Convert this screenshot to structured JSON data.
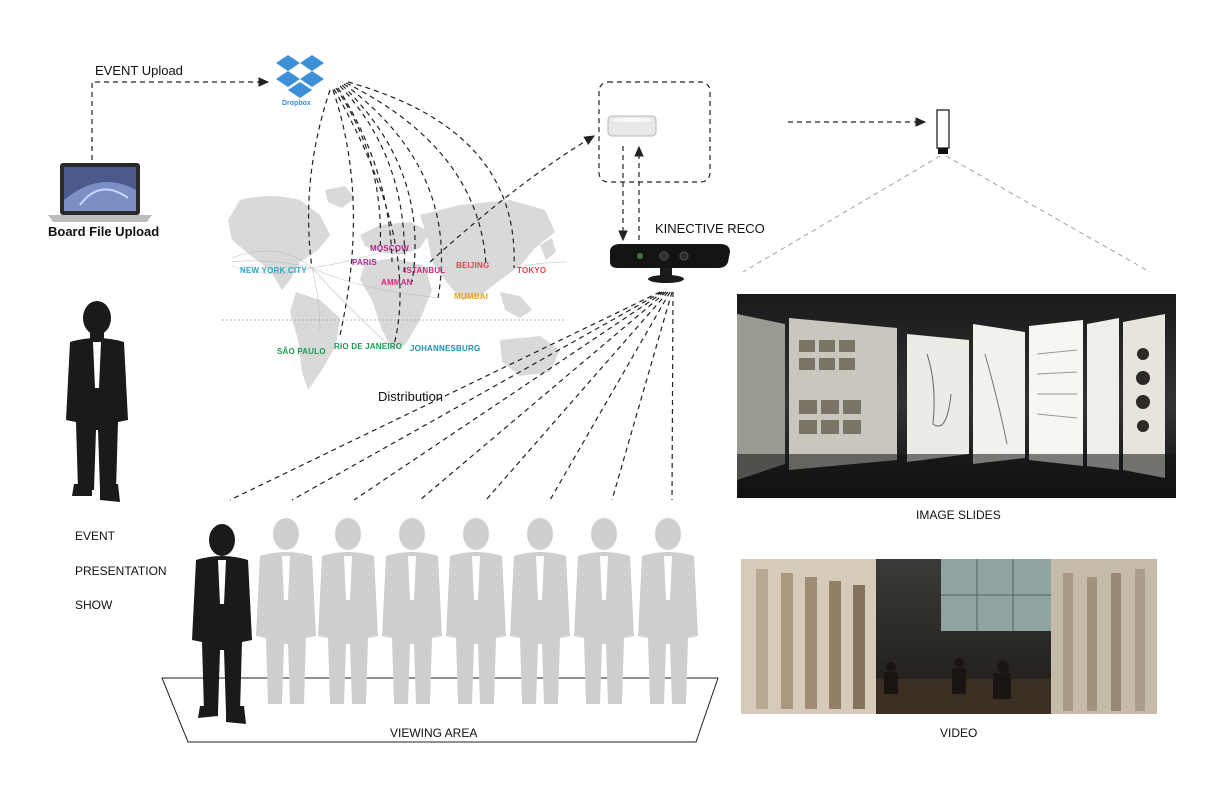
{
  "labels": {
    "event_upload": "EVENT Upload",
    "board_file_upload": "Board File Upload",
    "dropbox": "Dropbox",
    "kinect": "KINECTIVE RECO",
    "distribution": "Distribution",
    "image_slides": "IMAGE SLIDES",
    "video": "VIDEO",
    "viewing_area": "VIEWING AREA",
    "event": "EVENT",
    "presentation": "PRESENTATION",
    "show": "SHOW"
  },
  "cities": [
    {
      "name": "NEW YORK CITY",
      "color": "#29a8c8"
    },
    {
      "name": "MOSCOW",
      "color": "#b0268f"
    },
    {
      "name": "PARIS",
      "color": "#b0268f"
    },
    {
      "name": "ISTANBUL",
      "color": "#d4257a"
    },
    {
      "name": "AMMAN",
      "color": "#d4257a"
    },
    {
      "name": "BEIJING",
      "color": "#e8414f"
    },
    {
      "name": "TOKYO",
      "color": "#e8414f"
    },
    {
      "name": "MUMBAI",
      "color": "#f0a020"
    },
    {
      "name": "SÃO PAULO",
      "color": "#1e9a55"
    },
    {
      "name": "RIO DE JANEIRO",
      "color": "#1e9a55"
    },
    {
      "name": "JOHANNESBURG",
      "color": "#1f8fb0"
    }
  ],
  "colors": {
    "silhouette_dark": "#1a1a1a",
    "silhouette_light": "#cfcfcf",
    "map_land": "#d9d9d9",
    "line": "#222222"
  }
}
